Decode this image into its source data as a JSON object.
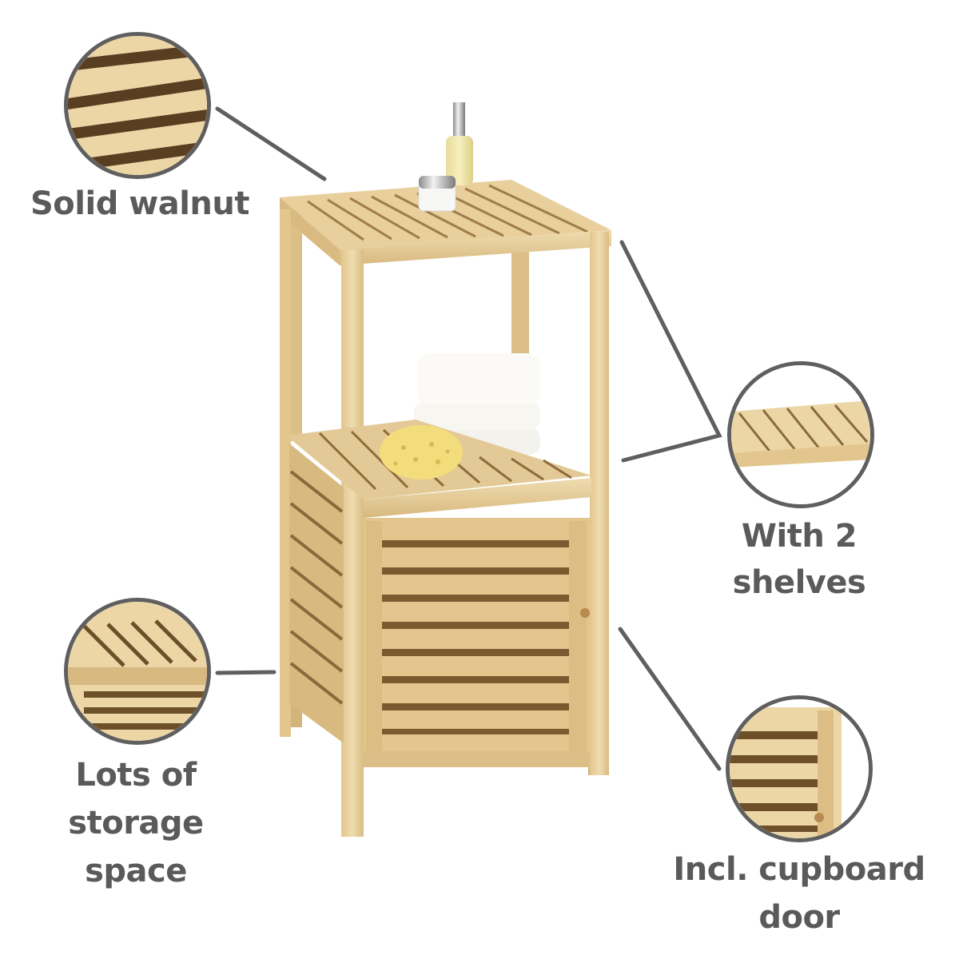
{
  "product": {
    "name": "Walnut bathroom shelf cabinet",
    "items_on_top_shelf": [
      "spray-bottle",
      "cream-jar"
    ],
    "items_on_middle_shelf": [
      "folded-towels",
      "sea-sponge"
    ]
  },
  "features": [
    {
      "id": "solid-walnut",
      "lines": [
        "Solid walnut"
      ],
      "detail": "wood-slats-closeup"
    },
    {
      "id": "two-shelves",
      "lines": [
        "With 2 shelves"
      ],
      "detail": "shelf-closeup"
    },
    {
      "id": "storage-space",
      "lines": [
        "Lots of",
        "storage space"
      ],
      "detail": "cabinet-side-closeup"
    },
    {
      "id": "cupboard-door",
      "lines": [
        "Incl. cupboard",
        "door"
      ],
      "detail": "door-knob-closeup"
    }
  ],
  "colors": {
    "text": "#5a5a5a",
    "callout_stroke": "#5f5f5f",
    "wood_light": "#ecd6a6",
    "wood_mid": "#dcbf86",
    "wood_dark": "#b8955a",
    "slat_gap": "#5a3e22",
    "background": "#ffffff"
  }
}
